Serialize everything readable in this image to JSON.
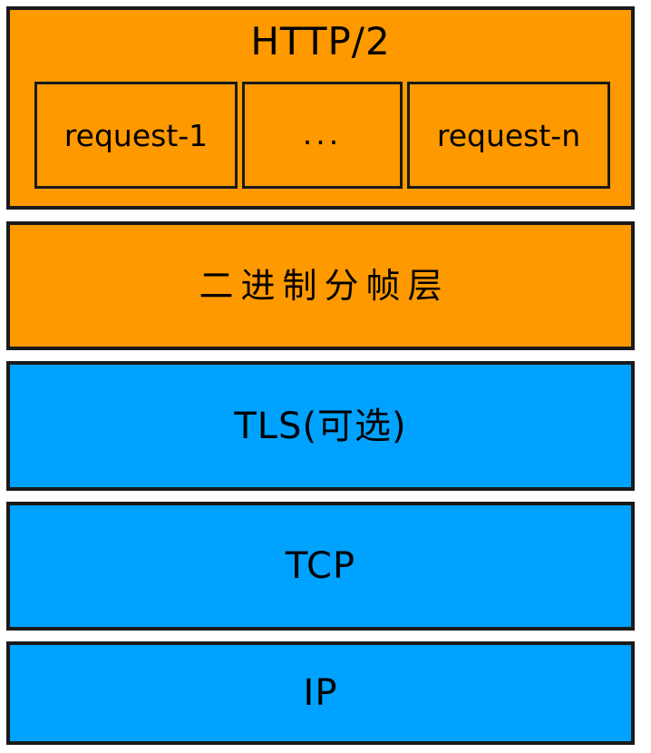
{
  "diagram": {
    "title": "HTTP/2 protocol stack",
    "colors": {
      "orange": "#ff9900",
      "blue": "#00a2ff",
      "stroke": "#1a1a1a",
      "background": "#ffffff"
    },
    "layers": [
      {
        "id": "http2",
        "label": "HTTP/2",
        "color": "#ff9900",
        "requests": [
          {
            "id": "request-1",
            "label": "request-1"
          },
          {
            "id": "request-ellipsis",
            "label": "..."
          },
          {
            "id": "request-n",
            "label": "request-n"
          }
        ]
      },
      {
        "id": "binary-framing",
        "label": "二进制分帧层",
        "color": "#ff9900"
      },
      {
        "id": "tls",
        "label": "TLS(可选)",
        "color": "#00a2ff"
      },
      {
        "id": "tcp",
        "label": "TCP",
        "color": "#00a2ff"
      },
      {
        "id": "ip",
        "label": "IP",
        "color": "#00a2ff"
      }
    ]
  }
}
